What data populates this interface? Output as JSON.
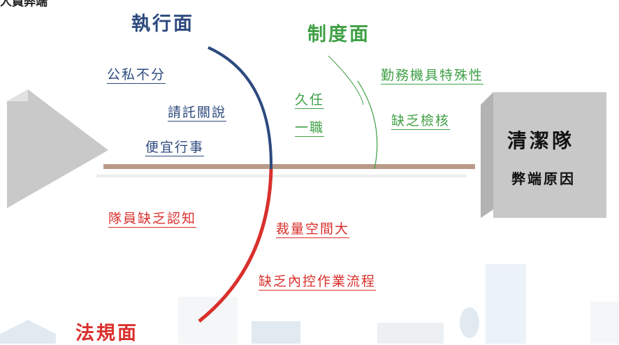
{
  "header_fragment": "人員弊端",
  "categories": {
    "execution": "執行面",
    "system": "制度面",
    "regulation": "法規面"
  },
  "causes": {
    "execution": [
      "公私不分",
      "請託關說",
      "便宜行事"
    ],
    "system": [
      "久任",
      "一職",
      "勤務機具特殊性",
      "缺乏檢核"
    ],
    "regulation": [
      "隊員缺乏認知",
      "裁量空間大",
      "缺乏內控作業流程"
    ]
  },
  "head": {
    "title": "清潔隊",
    "subtitle": "弊端原因"
  },
  "colors": {
    "execution": "#2d4a7e",
    "system": "#3fa046",
    "regulation": "#d9302c",
    "spine": "#b99a89",
    "head_box": "#c8c8c8"
  }
}
